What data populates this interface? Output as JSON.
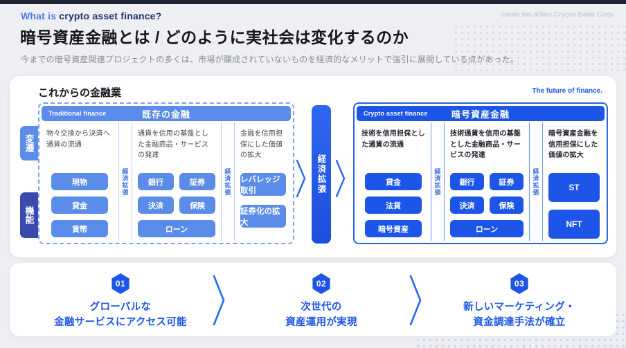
{
  "header": {
    "eyebrow_light": "What is",
    "eyebrow_dark": " crypto asset finance?",
    "title": "暗号資産金融とは / どのように実社会は変化するのか",
    "subtitle": "今までの暗号資産関連プロジェクトの多くは、市場が醸成されていないものを経済的なメリットで強引に展開している点があった。",
    "credit": "©eole Inc.&Neo Crypto Bank Corp."
  },
  "main": {
    "heading": "これからの金融業",
    "tagline": "The future of finance.",
    "row_labels": {
      "evolution": "変遷",
      "function": "機能"
    },
    "expansion": "経済拡張",
    "traditional": {
      "tag": "Traditional finance",
      "title": "既存の金融",
      "col1": {
        "desc": "物々交換から決済へ通貨の流通",
        "btn1": "現物",
        "btn2": "貸金",
        "btn3": "貨幣"
      },
      "col2": {
        "desc": "通貨を信用の基盤とした金融商品・サービスの発達",
        "btn1": "銀行",
        "btn2": "証券",
        "btn3": "決済",
        "btn4": "保険",
        "btn5": "ローン"
      },
      "col3": {
        "desc": "金融を信用担保にした価値の拡大",
        "btn1": "レバレッジ取引",
        "btn2": "証券化の拡大"
      }
    },
    "crypto": {
      "tag": "Crypto asset finance",
      "title": "暗号資産金融",
      "col1": {
        "desc": "技術を信用担保とした通貨の流通",
        "btn1": "貸金",
        "btn2": "法貨",
        "btn3": "暗号資産"
      },
      "col2": {
        "desc": "技術通貨を信用の基盤とした金融商品・サービスの発達",
        "btn1": "銀行",
        "btn2": "証券",
        "btn3": "決済",
        "btn4": "保険",
        "btn5": "ローン"
      },
      "col3": {
        "desc": "暗号資産金融を信用担保にした価値の拡大",
        "btn1": "ST",
        "btn2": "NFT"
      }
    }
  },
  "benefits": {
    "item1": {
      "number": "01",
      "line1": "グローバルな",
      "line2": "金融サービスにアクセス可能"
    },
    "item2": {
      "number": "02",
      "line1": "次世代の",
      "line2": "資産運用が実現"
    },
    "item3": {
      "number": "03",
      "line1": "新しいマーケティング・",
      "line2": "資金調達手法が確立"
    }
  },
  "colors": {
    "accent_blue": "#1d55e8",
    "soft_blue": "#5b8cea",
    "navy_tab": "#3a4bad",
    "dark_text": "#14161d"
  }
}
